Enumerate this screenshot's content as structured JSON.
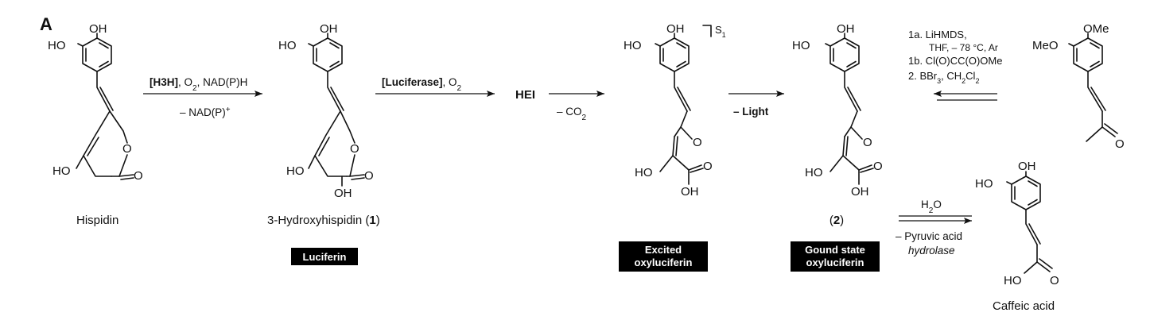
{
  "panel": {
    "letter": "A"
  },
  "atoms": {
    "OH": "OH",
    "HO": "HO",
    "O": "O",
    "OMe": "OMe",
    "MeO": "MeO"
  },
  "compounds": {
    "hispidin": {
      "name": "Hispidin"
    },
    "hydroxyhispidin": {
      "name_prefix": "3-Hydroxyhispidin (",
      "number": "1",
      "name_suffix": ")",
      "badge": "Luciferin"
    },
    "hei": {
      "label": "HEI"
    },
    "excited": {
      "badge_line1": "Excited",
      "badge_line2": "oxyluciferin",
      "state": "S",
      "state_sub": "1"
    },
    "ground": {
      "number_open": "(",
      "number": "2",
      "number_close": ")",
      "badge_line1": "Gound state",
      "badge_line2": "oxyluciferin"
    },
    "caffeic": {
      "name": "Caffeic acid"
    }
  },
  "steps": {
    "step1": {
      "above_enzyme": "[H3H]",
      "above_rest": ", O",
      "above_sub": "2",
      "above_tail": ", NAD(P)H",
      "below": "– NAD(P)",
      "below_sup": "+"
    },
    "step2": {
      "above_enzyme": "[Luciferase]",
      "above_rest": ", O",
      "above_sub": "2"
    },
    "step3": {
      "below": "– CO",
      "below_sub": "2"
    },
    "step4": {
      "below": "– Light"
    },
    "synthesis": {
      "line1": "1a. LiHMDS,",
      "line2": "THF, – 78 °C, Ar",
      "line3": "1b. Cl(O)CC(O)OMe",
      "line4_pre": "2.  BBr",
      "line4_sub1": "3",
      "line4_mid": ", CH",
      "line4_sub2": "2",
      "line4_cl": "Cl",
      "line4_sub3": "2"
    },
    "hydrolysis": {
      "above": "H",
      "above_sub": "2",
      "above_tail": "O",
      "below1": "– Pyruvic acid",
      "below2": "hydrolase"
    }
  }
}
